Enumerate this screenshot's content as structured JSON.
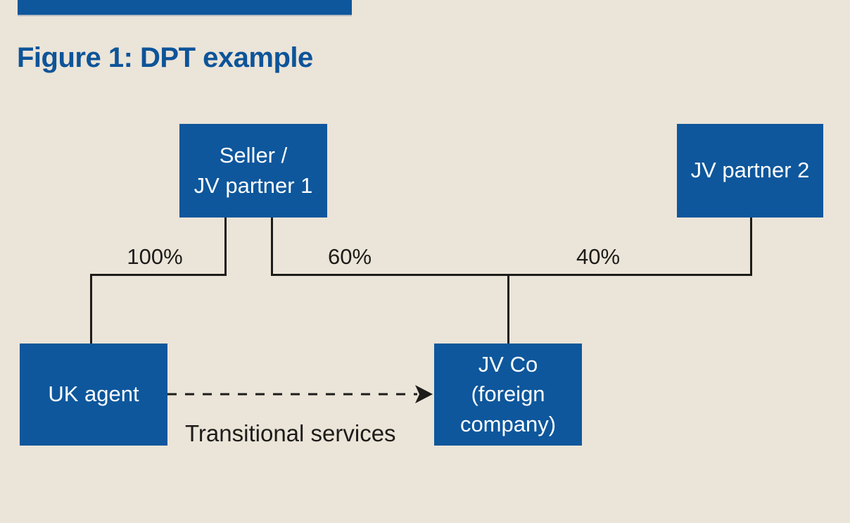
{
  "figure": {
    "title": "Figure 1: DPT example"
  },
  "nodes": {
    "seller": {
      "label": "Seller /\nJV partner 1"
    },
    "jv_partner_2": {
      "label": "JV partner 2"
    },
    "uk_agent": {
      "label": "UK agent"
    },
    "jv_co": {
      "label": "JV Co\n(foreign\ncompany)"
    }
  },
  "edges": {
    "seller_to_uk_agent": {
      "label": "100%"
    },
    "seller_to_jv_co": {
      "label": "60%"
    },
    "jv_partner_2_to_jv_co": {
      "label": "40%"
    },
    "uk_agent_to_jv_co": {
      "label": "Transitional services"
    }
  },
  "colors": {
    "background": "#ebe4d8",
    "node_fill": "#0e579c",
    "node_text": "#ffffff",
    "title_text": "#0d5499",
    "line": "#1d1c1a",
    "accent_bar": "#0e579c"
  }
}
